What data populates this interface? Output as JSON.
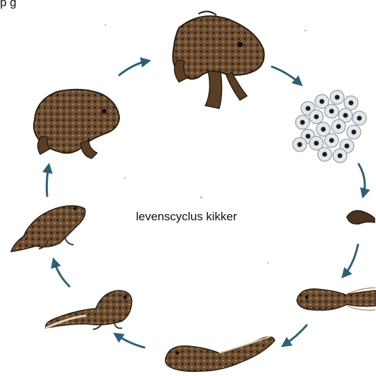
{
  "diagram": {
    "top_fragment": "p     g",
    "center_label": "levenscyclus kikker",
    "stages": [
      {
        "name": "adult-frog"
      },
      {
        "name": "frogspawn"
      },
      {
        "name": "embryo"
      },
      {
        "name": "young-tadpole"
      },
      {
        "name": "tadpole"
      },
      {
        "name": "tadpole-with-legs"
      },
      {
        "name": "froglet"
      },
      {
        "name": "young-frog"
      }
    ],
    "colors": {
      "arrow": "#2e5f78",
      "frog_dark": "#3b2a1a",
      "frog_mid": "#7a5a3a",
      "frog_light": "#b08a5a",
      "egg_shell": "#e4e8ec",
      "egg_core": "#1e1e1e"
    }
  }
}
